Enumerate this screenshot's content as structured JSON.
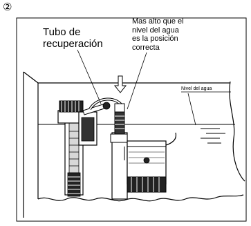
{
  "figure": {
    "step_marker": "②",
    "labels": {
      "tubo_recuperacion": "Tubo  de\nrecuperación",
      "mas_alto": "Mas alto que el\nnivel del agua\nes la posición\ncorrecta",
      "nivel_del_agua": "Nivel del agua"
    },
    "colors": {
      "line": "#000000",
      "background": "#ffffff"
    }
  }
}
